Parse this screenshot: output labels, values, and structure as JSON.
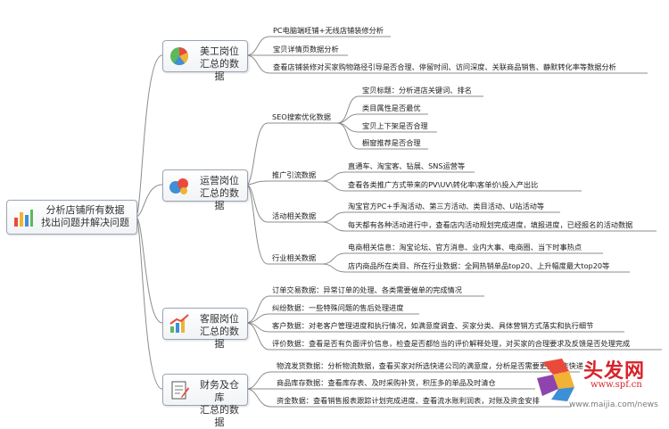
{
  "root": {
    "line1": "分析店铺所有数据",
    "line2": "找出问题并解决问题"
  },
  "branches": [
    {
      "line1": "美工岗位",
      "line2": "汇总的数据",
      "icon": "pie-chart-icon",
      "items": [
        "PC电脑端旺铺+无线店铺装修分析",
        "宝贝详情页数据分析",
        "查看店铺装修对买家购物路径引导是否合理、停留时间、访问深度、关联商品销售、静默转化率等数据分析"
      ]
    },
    {
      "line1": "运营岗位",
      "line2": "汇总的数据",
      "icon": "bubbles-icon",
      "categories": [
        {
          "label": "SEO搜索优化数据",
          "items": [
            "宝贝标题：分析进店关键词、排名",
            "类目属性是否最优",
            "宝贝上下架是否合理",
            "橱窗推荐是否合理"
          ]
        },
        {
          "label": "推广引流数据",
          "items": [
            "直通车、淘宝客、钻展、SNS运营等",
            "查看各类推广方式带来的PV\\UV\\转化率\\客单价\\投入产出比"
          ]
        },
        {
          "label": "活动相关数据",
          "items": [
            "淘宝官方PC+手淘活动、第三方活动、类目活动、U站活动等",
            "每天都有各种活动进行中，查看店内活动规划完成进度，填报进度，已经报名的活动数据"
          ]
        },
        {
          "label": "行业相关数据",
          "items": [
            "电商相关信息：淘宝论坛、官方消息、业内大事、电商圈、当下时事热点",
            "店内商品所在类目、所在行业数据：全网热销单品top20、上升幅度最大top20等"
          ]
        }
      ]
    },
    {
      "line1": "客服岗位",
      "line2": "汇总的数据",
      "icon": "growth-chart-icon",
      "items": [
        "订单交易数据：异常订单的处理、各类需要催单的完成情况",
        "纠纷数据：一些特殊问题的售后处理进度",
        "客户数据：对老客户管理进度和执行情况，如满意度调查、买家分类、具体营销方式落实和执行细节",
        "评价数据：查看是否有负面评价信息，检查是否都恰当的评价解释处理，对买家的合理要求及反馈是否处理完成"
      ]
    },
    {
      "line1": "财务及仓库",
      "line2": "汇总的数据",
      "icon": "notepad-icon",
      "items": [
        "物流发货数据：分析物流数据，查看买家对所选快递公司的满意度，分析是否需要更换合作快递",
        "商品库存数据：查看库存表、及时采购补货，积压多的单品及时清仓",
        "资金数据：查看销售报表跟踪计划完成进度、查看流水账利润表，对账及资金安排"
      ]
    }
  ],
  "watermark": {
    "main": "头发网",
    "url": "www.spf.cn",
    "small": "www.maijia.com/news"
  },
  "colors": {
    "line": "#8a8a8a",
    "text": "#222222",
    "watermark_red": "#d8232a"
  }
}
